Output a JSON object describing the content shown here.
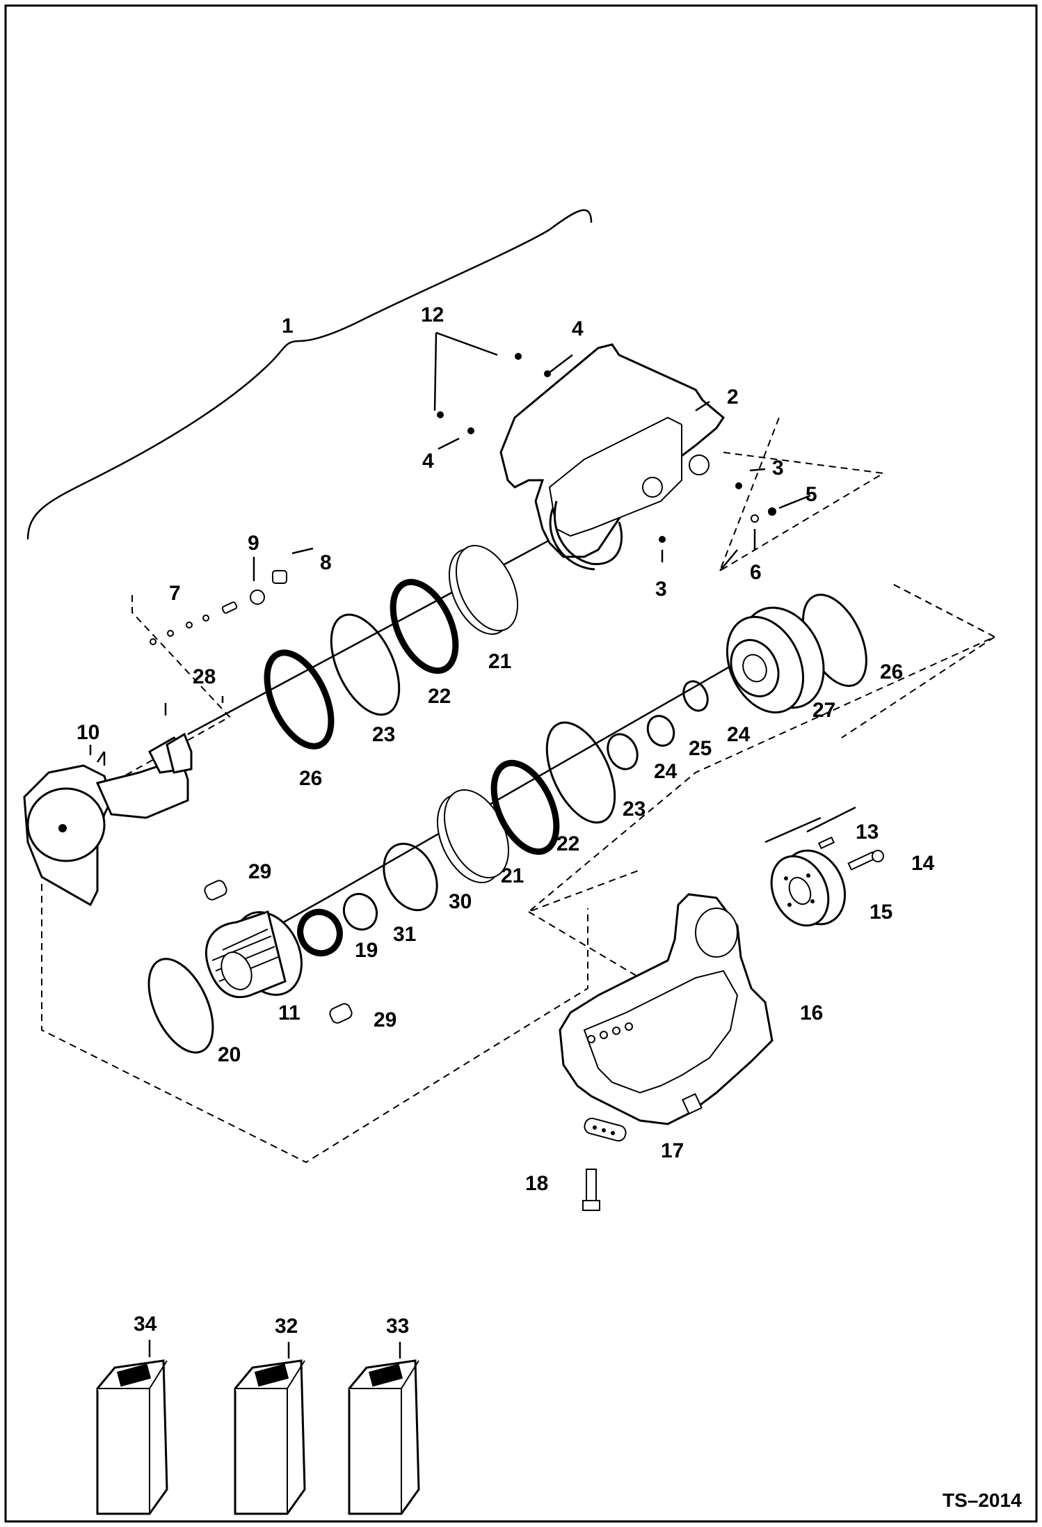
{
  "diagram": {
    "labels": {
      "l1": "1",
      "l2": "2",
      "l3a": "3",
      "l3b": "3",
      "l4a": "4",
      "l4b": "4",
      "l5": "5",
      "l6": "6",
      "l7": "7",
      "l8": "8",
      "l9": "9",
      "l10": "10",
      "l11": "11",
      "l12": "12",
      "l13": "13",
      "l14": "14",
      "l15": "15",
      "l16": "16",
      "l17": "17",
      "l18": "18",
      "l19": "19",
      "l20": "20",
      "l21a": "21",
      "l21b": "21",
      "l22a": "22",
      "l22b": "22",
      "l23a": "23",
      "l23b": "23",
      "l24a": "24",
      "l24b": "24",
      "l25": "25",
      "l26a": "26",
      "l26b": "26",
      "l27": "27",
      "l28": "28",
      "l29a": "29",
      "l29b": "29",
      "l30": "30",
      "l31": "31",
      "l32": "32",
      "l33": "33",
      "l34": "34"
    },
    "figure_code": "TS–2014"
  }
}
